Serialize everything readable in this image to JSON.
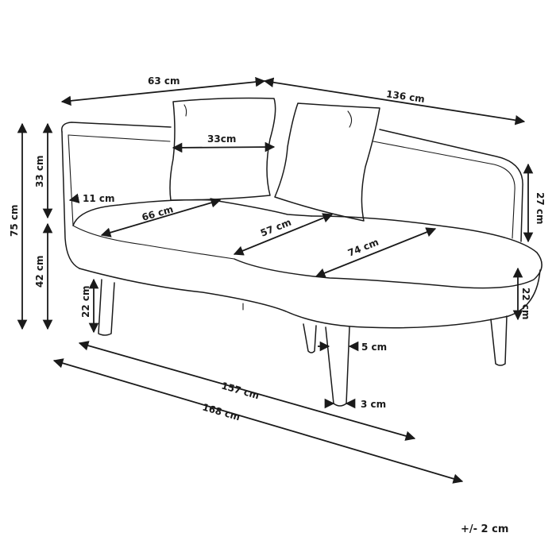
{
  "dimensions": {
    "depth_top": "63 cm",
    "width_top": "136 cm",
    "total_height": "75 cm",
    "back_height": "33 cm",
    "seat_height": "42 cm",
    "arm_thickness": "11 cm",
    "pillow_width": "33cm",
    "seat_depth_left": "66 cm",
    "seat_depth_mid": "57 cm",
    "seat_depth_right": "74 cm",
    "arm_height_right": "27 cm",
    "leg_height_left": "22 cm",
    "leg_height_right": "22 cm",
    "leg_top_diameter": "5 cm",
    "leg_bottom_diameter": "3 cm",
    "length_inner": "157 cm",
    "length_total": "168 cm"
  },
  "tolerance": "+/- 2 cm"
}
